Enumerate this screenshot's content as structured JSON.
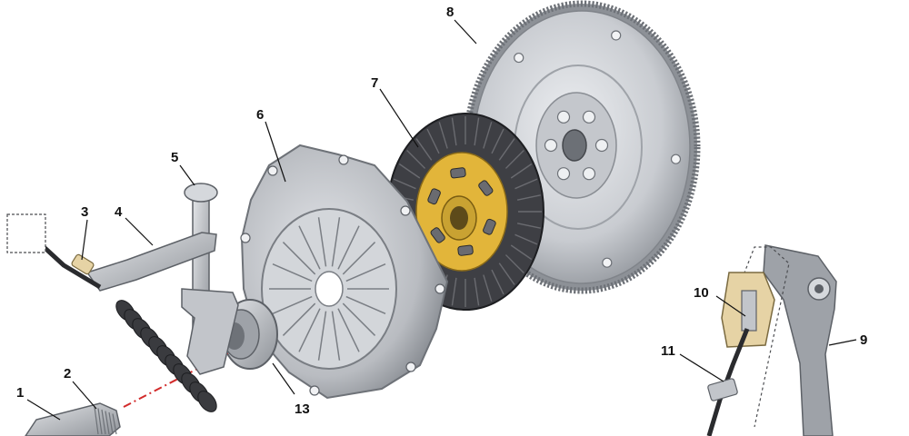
{
  "diagram": {
    "colors": {
      "metal_light": "#d9dbdf",
      "metal_mid": "#b5b8bd",
      "metal_dark": "#7d8187",
      "friction_dark": "#3e3f44",
      "hub_yellow": "#e2b53a",
      "bracket_tan": "#e6d3a5",
      "dash_red": "#d22b2b"
    },
    "callouts": [
      {
        "num": "1",
        "part": "release-fork-shaft"
      },
      {
        "num": "2",
        "part": "shaft-splined-end"
      },
      {
        "num": "3",
        "part": "cable-end-clip"
      },
      {
        "num": "4",
        "part": "release-fork"
      },
      {
        "num": "5",
        "part": "fork-pivot-pin"
      },
      {
        "num": "6",
        "part": "pressure-plate"
      },
      {
        "num": "7",
        "part": "clutch-disc"
      },
      {
        "num": "8",
        "part": "flywheel"
      },
      {
        "num": "9",
        "part": "clutch-pedal"
      },
      {
        "num": "10",
        "part": "pedal-cable-bracket"
      },
      {
        "num": "11",
        "part": "cable-adjuster"
      },
      {
        "num": "13",
        "part": "release-bearing"
      }
    ]
  }
}
